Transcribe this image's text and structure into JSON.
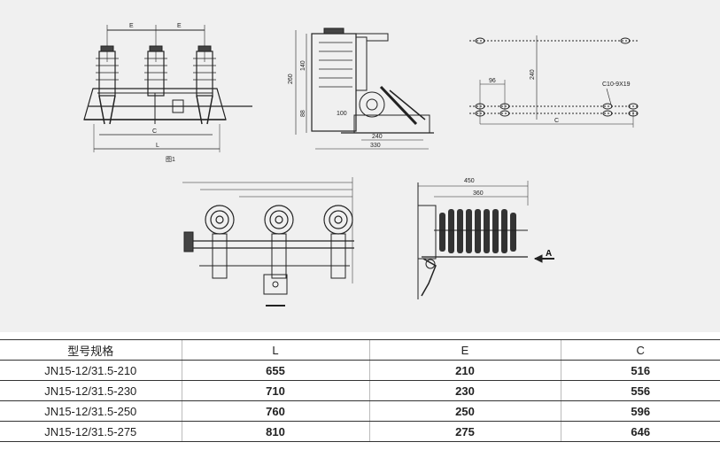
{
  "drawings": {
    "front_view": {
      "dims": [
        "E",
        "E",
        "C",
        "L"
      ],
      "caption": "图1"
    },
    "side_view": {
      "dims": [
        "260",
        "140",
        "88",
        "100",
        "240",
        "330"
      ]
    },
    "mounting_view": {
      "dims": [
        "240",
        "96",
        "C10-9X19",
        "C"
      ]
    },
    "side_view_2": {
      "dims": [
        "450",
        "360"
      ],
      "section_marker": "A"
    }
  },
  "table": {
    "headers": [
      "型号规格",
      "L",
      "E",
      "C"
    ],
    "rows": [
      [
        "JN15-12/31.5-210",
        "655",
        "210",
        "516"
      ],
      [
        "JN15-12/31.5-230",
        "710",
        "230",
        "556"
      ],
      [
        "JN15-12/31.5-250",
        "760",
        "250",
        "596"
      ],
      [
        "JN15-12/31.5-275",
        "810",
        "275",
        "646"
      ]
    ]
  }
}
